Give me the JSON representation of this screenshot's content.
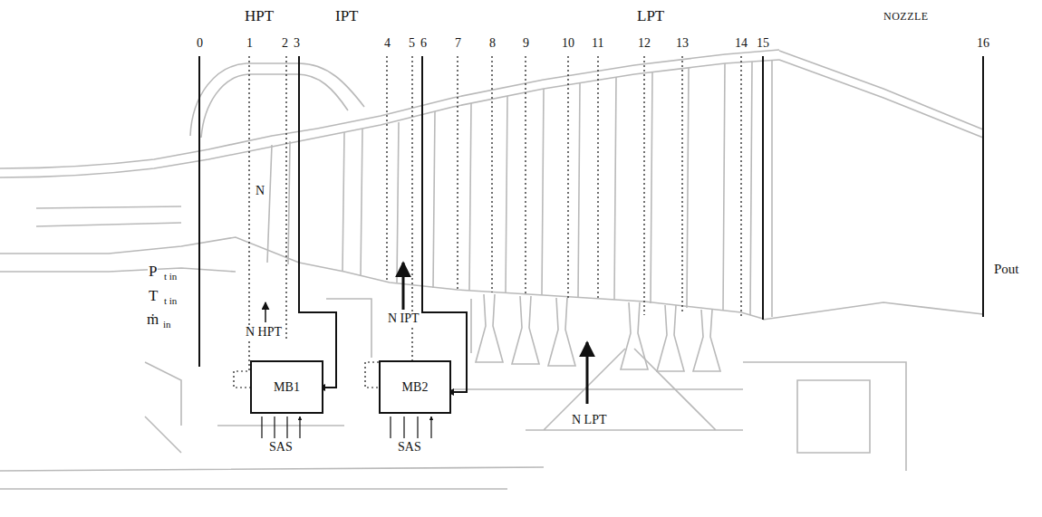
{
  "diagram": {
    "nodes": [
      {
        "text": [
          "MB1"
        ]
      },
      {
        "text": [
          "MB2"
        ]
      }
    ],
    "labels": [
      "HPT",
      "IPT",
      "LPT",
      "NOZZLE",
      "0",
      "1",
      "2",
      "3",
      "4",
      "5",
      "6",
      "7",
      "8",
      "9",
      "10",
      "11",
      "12",
      "13",
      "14",
      "15",
      "16",
      "N",
      "P",
      "t in",
      "T",
      "t in",
      "ṁ",
      "in",
      "N HPT",
      "N IPT",
      "N LPT",
      "SAS",
      "SAS",
      "Pout"
    ]
  }
}
